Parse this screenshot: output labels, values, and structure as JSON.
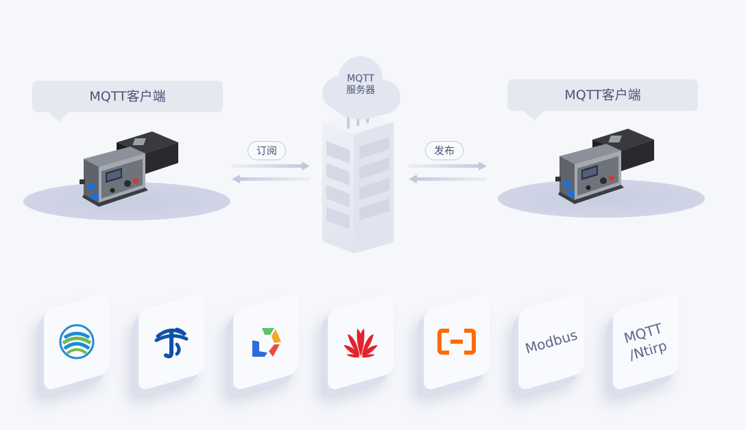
{
  "client_left": {
    "label": "MQTT客户端"
  },
  "client_right": {
    "label": "MQTT客户端"
  },
  "server": {
    "line1": "MQTT",
    "line2": "服务器"
  },
  "arrows": {
    "subscribe_label": "订阅",
    "publish_label": "发布"
  },
  "platforms": [
    {
      "name": "china-mobile-logo"
    },
    {
      "name": "china-telecom-logo"
    },
    {
      "name": "platform-logo"
    },
    {
      "name": "huawei-logo"
    },
    {
      "name": "aliyun-logo"
    },
    {
      "label": "Modbus"
    },
    {
      "line1": "MQTT",
      "line2": "/Ntirp"
    }
  ],
  "colors": {
    "background": "#f6f7fb",
    "bubble": "#e6e8ef",
    "text": "#4a5478",
    "server": "#e3e6f0",
    "huawei": "#e0242f",
    "aliyun": "#ff6a00",
    "china_mobile_blue": "#1c8bd8",
    "china_mobile_green": "#6dbb45",
    "china_telecom": "#0f52a8"
  }
}
